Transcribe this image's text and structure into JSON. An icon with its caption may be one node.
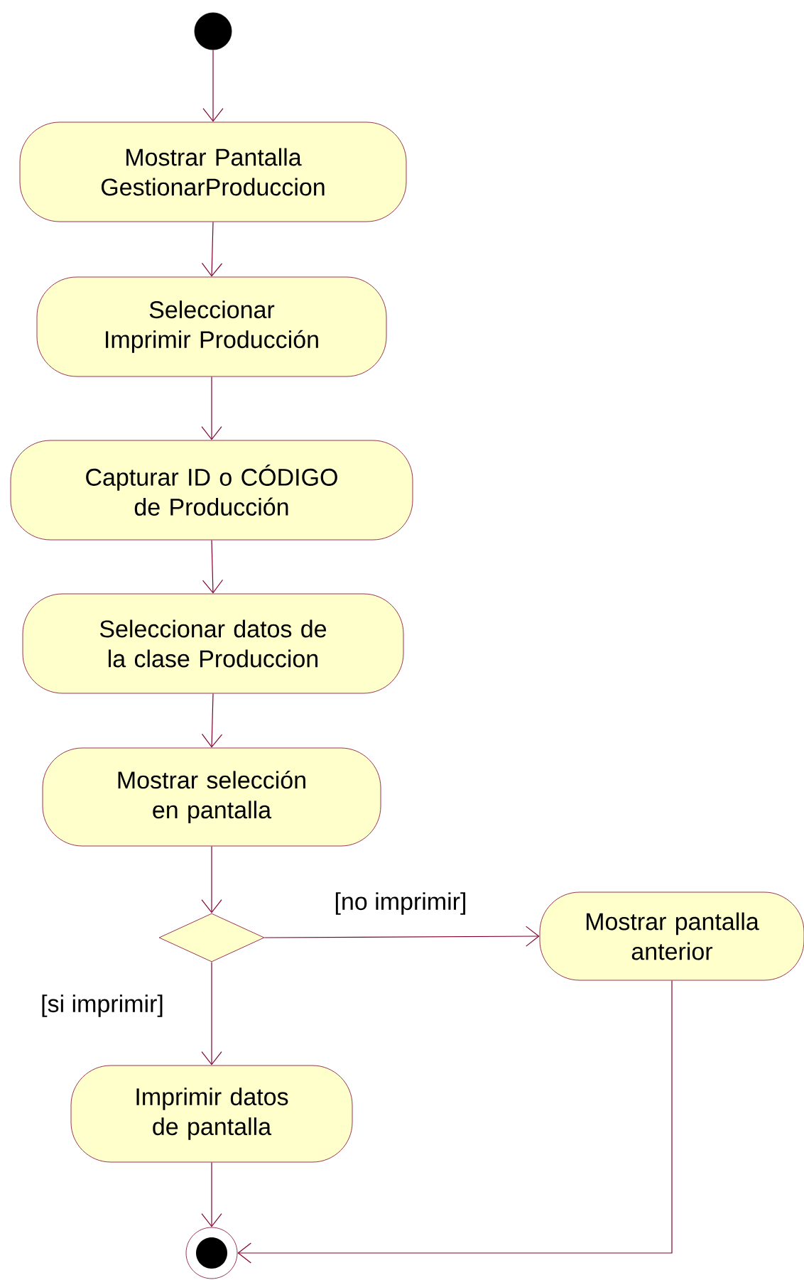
{
  "diagram": {
    "nodes": [
      {
        "text": [],
        "shape": "circle"
      },
      {
        "text": [
          "Mostrar Pantalla GestionarProduccion"
        ]
      },
      {
        "text": [
          "Seleccionar Imprimir Producción"
        ]
      },
      {
        "text": [
          "Capturar ID o CÓDIGO de Producción"
        ]
      },
      {
        "text": [
          "Seleccionar datos de la clase Produccion"
        ]
      },
      {
        "text": [
          "Mostrar selección en pantalla"
        ]
      },
      {
        "text": [],
        "shape": "diamond"
      },
      {
        "text": [
          "Mostrar pantalla anterior"
        ]
      },
      {
        "text": [
          "Imprimir datos de pantalla"
        ]
      },
      {
        "text": [],
        "shape": "bullseye"
      }
    ],
    "edges": [
      {
        "from": 0,
        "to": 1,
        "arrow": "to"
      },
      {
        "from": 1,
        "to": 2,
        "arrow": "to"
      },
      {
        "from": 2,
        "to": 3,
        "arrow": "to"
      },
      {
        "from": 3,
        "to": 4,
        "arrow": "to"
      },
      {
        "from": 4,
        "to": 5,
        "arrow": "to"
      },
      {
        "from": 5,
        "to": 6,
        "arrow": "to"
      },
      {
        "from": 6,
        "to": 7,
        "arrow": "to",
        "label": "[no imprimir]"
      },
      {
        "from": 6,
        "to": 8,
        "arrow": "to",
        "label": "[si imprimir]"
      },
      {
        "from": 8,
        "to": 9,
        "arrow": "to"
      },
      {
        "from": 7,
        "to": 9,
        "arrow": "to"
      }
    ]
  }
}
